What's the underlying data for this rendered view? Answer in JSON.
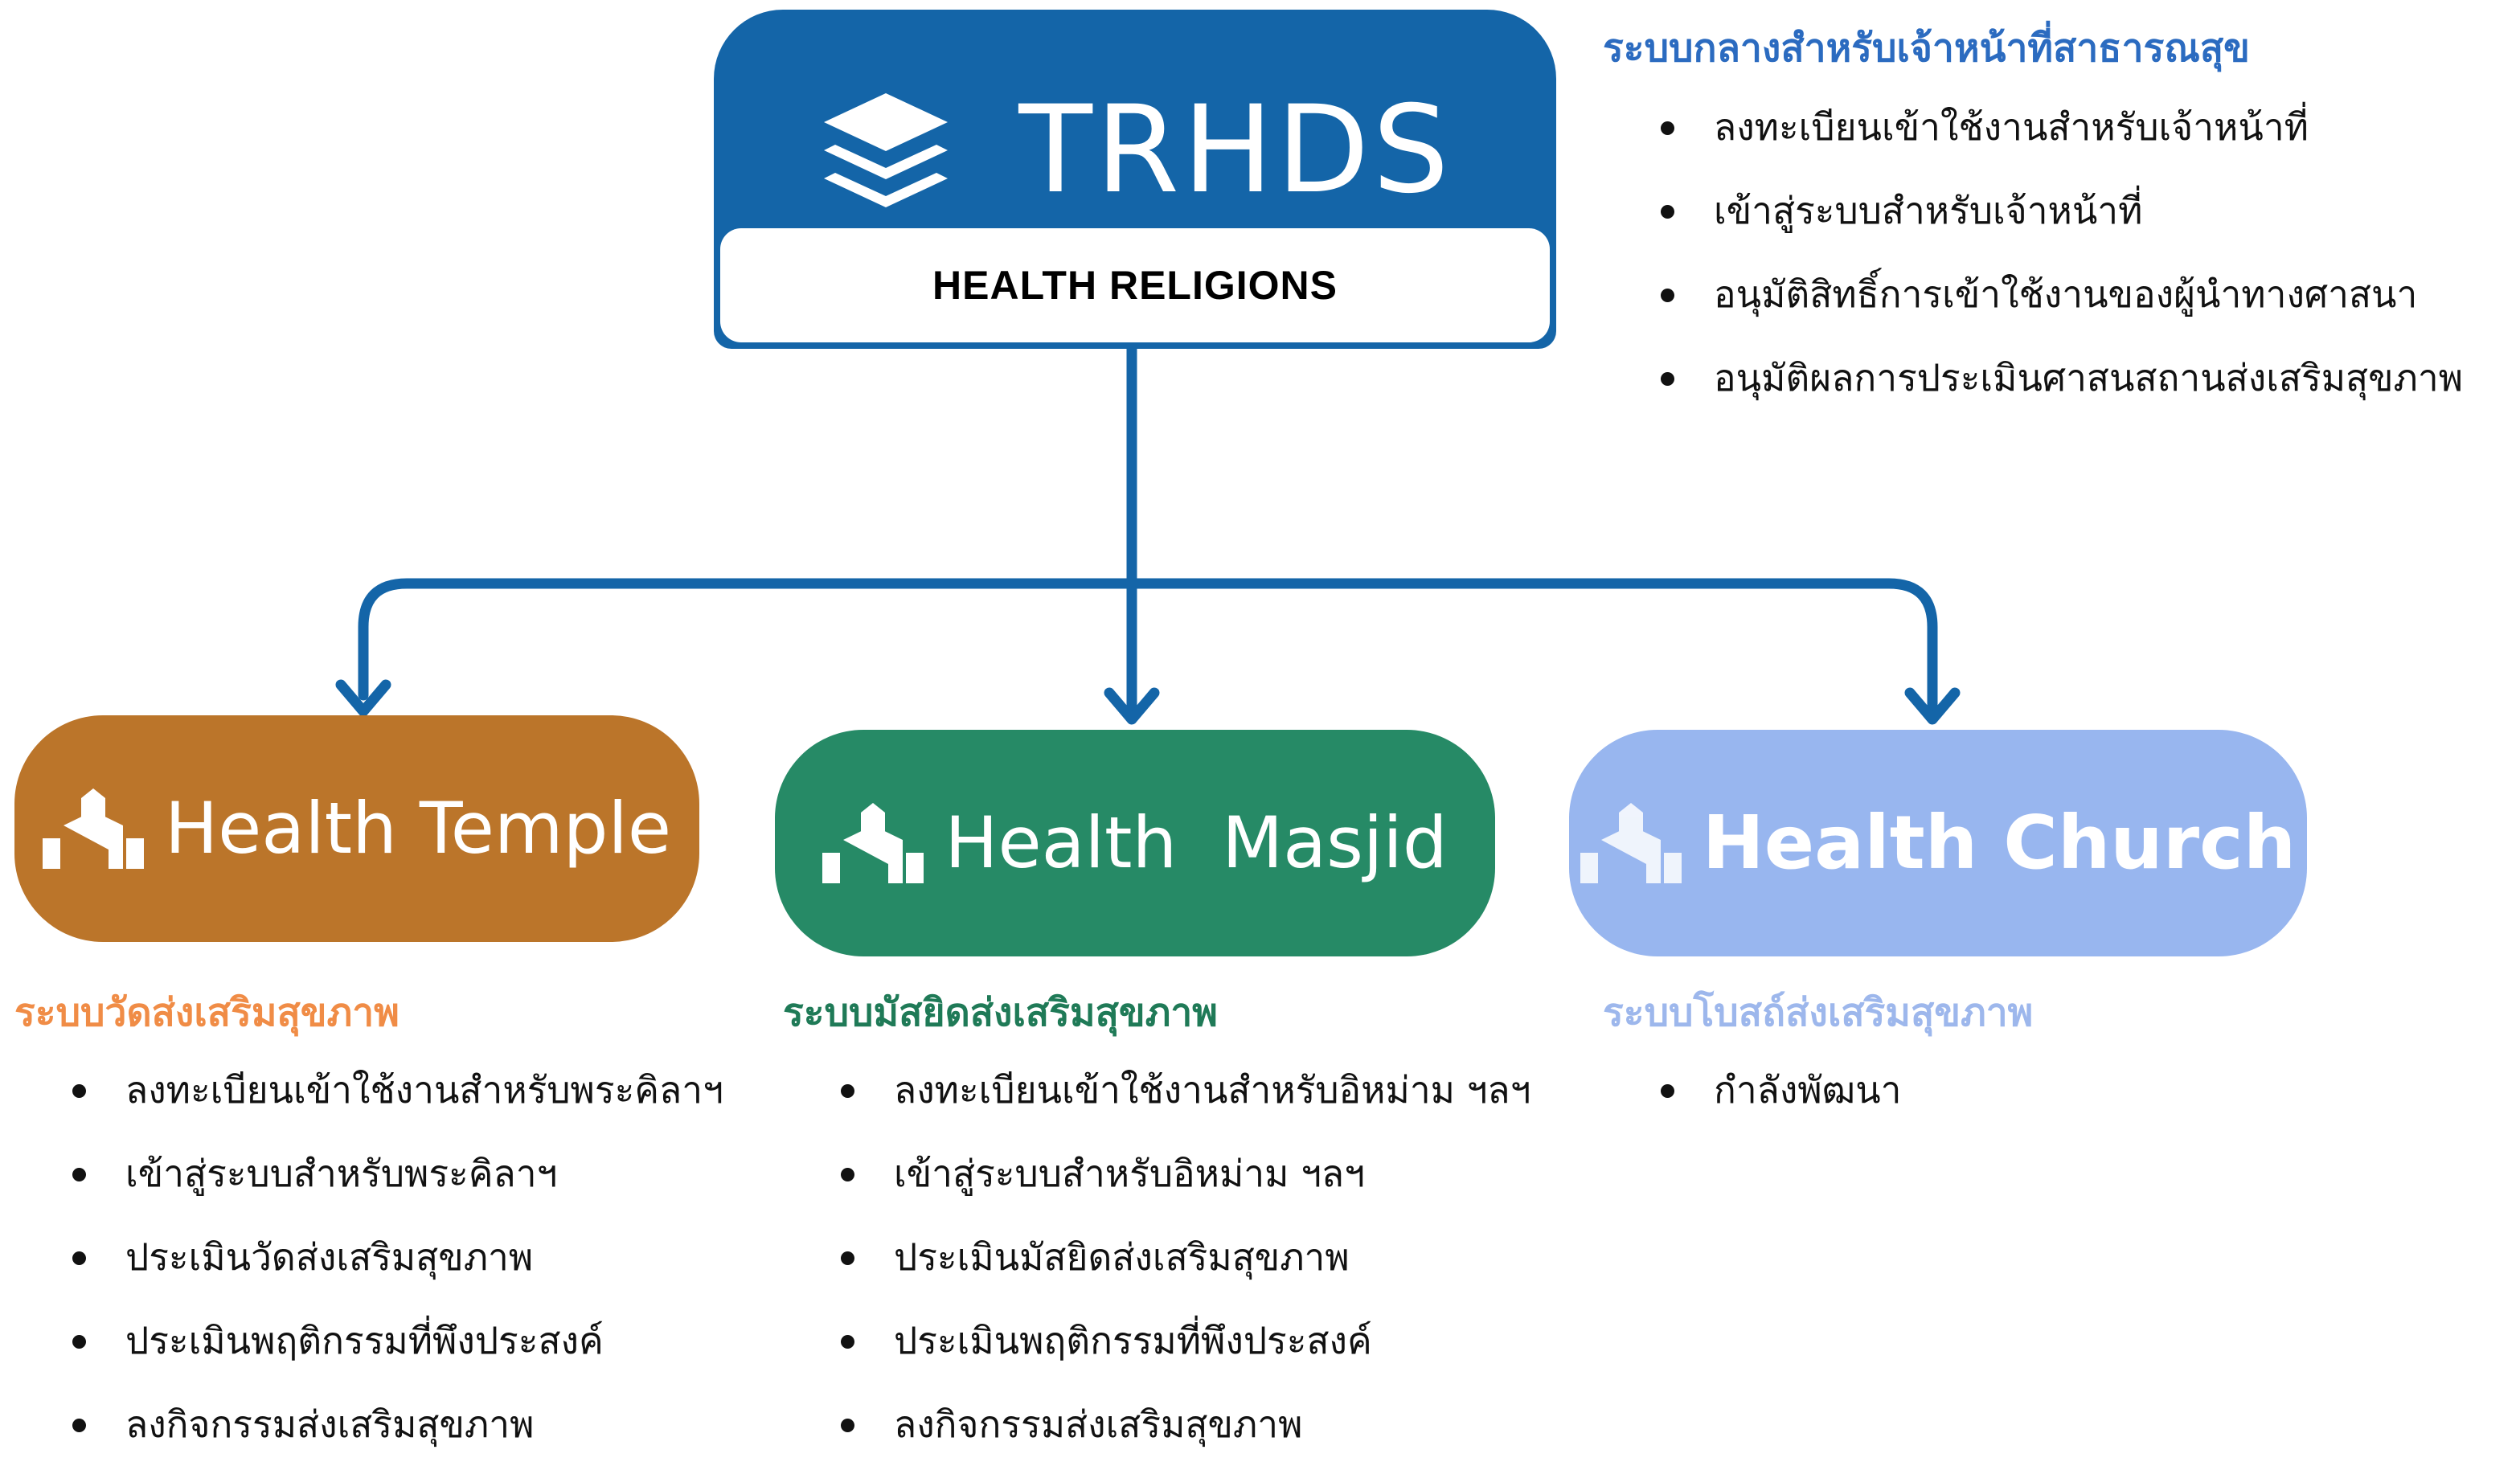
{
  "colors": {
    "connector": "#1465a8",
    "central_heading": "#2b6bc0",
    "temple": "#bb752a",
    "temple_heading": "#f08c46",
    "masjid": "#268a66",
    "masjid_heading": "#1f7a57",
    "church": "#98b6ef",
    "church_heading": "#9db7ec"
  },
  "central": {
    "icon": "stacked-layers-icon",
    "brand": "TRHDS",
    "subtitle": "HEALTH RELIGIONS",
    "heading": "ระบบกลางสำหรับเจ้าหน้าที่สาธารณสุข",
    "items": [
      "ลงทะเบียนเข้าใช้งานสำหรับเจ้าหน้าที่",
      "เข้าสู่ระบบสำหรับเจ้าหน้าที่",
      "อนุมัติสิทธิ์การเข้าใช้งานของผู้นำทางศาสนา",
      "อนุมัติผลการประเมินศาสนสถานส่งเสริมสุขภาพ"
    ]
  },
  "temple": {
    "icon": "religious-building-icon",
    "title": "Health Temple",
    "heading": "ระบบวัดส่งเสริมสุขภาพ",
    "items": [
      "ลงทะเบียนเข้าใช้งานสำหรับพระคิลาฯ",
      "เข้าสู่ระบบสำหรับพระคิลาฯ",
      "ประเมินวัดส่งเสริมสุขภาพ",
      "ประเมินพฤติกรรมที่พึงประสงค์",
      "ลงกิจกรรมส่งเสริมสุขภาพ"
    ]
  },
  "masjid": {
    "icon": "religious-building-icon",
    "title": "Health  Masjid",
    "heading": "ระบบมัสยิดส่งเสริมสุขภาพ",
    "items": [
      "ลงทะเบียนเข้าใช้งานสำหรับอิหม่าม ฯลฯ",
      "เข้าสู่ระบบสำหรับอิหม่าม ฯลฯ",
      "ประเมินมัสยิดส่งเสริมสุขภาพ",
      "ประเมินพฤติกรรมที่พึงประสงค์",
      "ลงกิจกรรมส่งเสริมสุขภาพ"
    ]
  },
  "church": {
    "icon": "religious-building-icon",
    "title": "Health Church",
    "heading": "ระบบโบสถ์ส่งเสริมสุขภาพ",
    "items": [
      "กำลังพัฒนา"
    ]
  }
}
